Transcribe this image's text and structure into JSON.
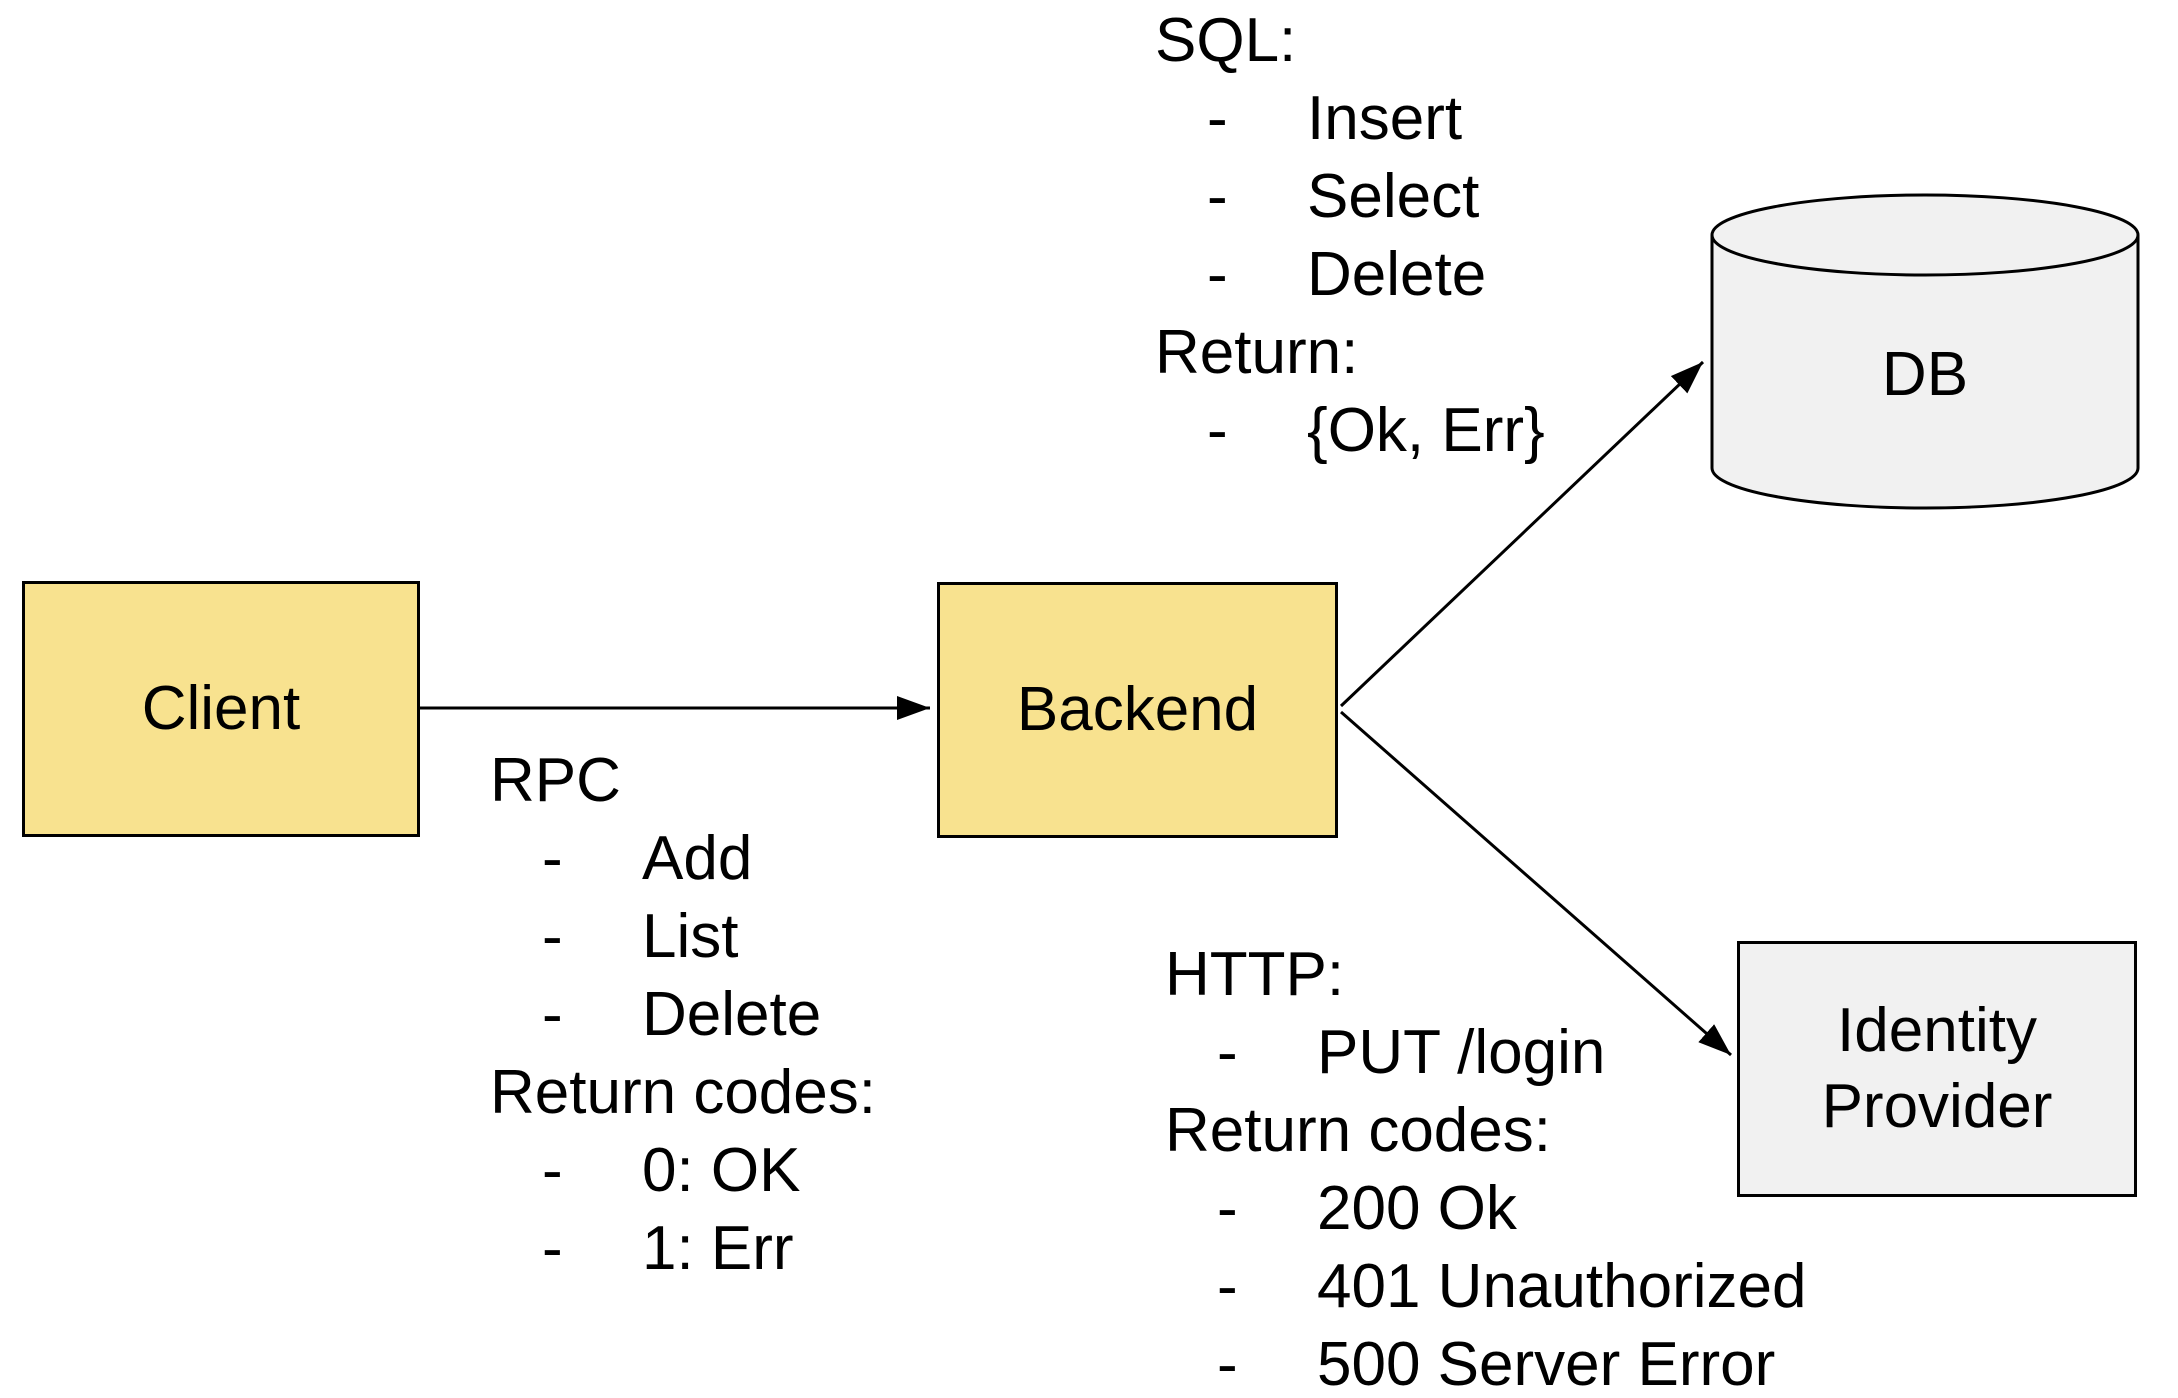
{
  "colors": {
    "background": "#ffffff",
    "node_yellow": "#f8e28f",
    "node_gray": "#f1f1f1",
    "line": "#000000",
    "text": "#000000"
  },
  "bullet": "-",
  "nodes": {
    "client": {
      "label": "Client"
    },
    "backend": {
      "label": "Backend"
    },
    "db": {
      "label": "DB"
    },
    "identity_provider": {
      "line1": "Identity",
      "line2": "Provider"
    }
  },
  "annotations": {
    "sql": {
      "title": "SQL:",
      "items": [
        "Insert",
        "Select",
        "Delete"
      ],
      "return_title": "Return:",
      "return_items": [
        "{Ok, Err}"
      ]
    },
    "rpc": {
      "title": "RPC",
      "items": [
        "Add",
        "List",
        "Delete"
      ],
      "return_title": "Return codes:",
      "return_items": [
        "0: OK",
        "1: Err"
      ]
    },
    "http": {
      "title": "HTTP:",
      "items": [
        "PUT /login"
      ],
      "return_title": "Return codes:",
      "return_items": [
        "200 Ok",
        "401 Unauthorized",
        "500 Server Error"
      ]
    }
  }
}
